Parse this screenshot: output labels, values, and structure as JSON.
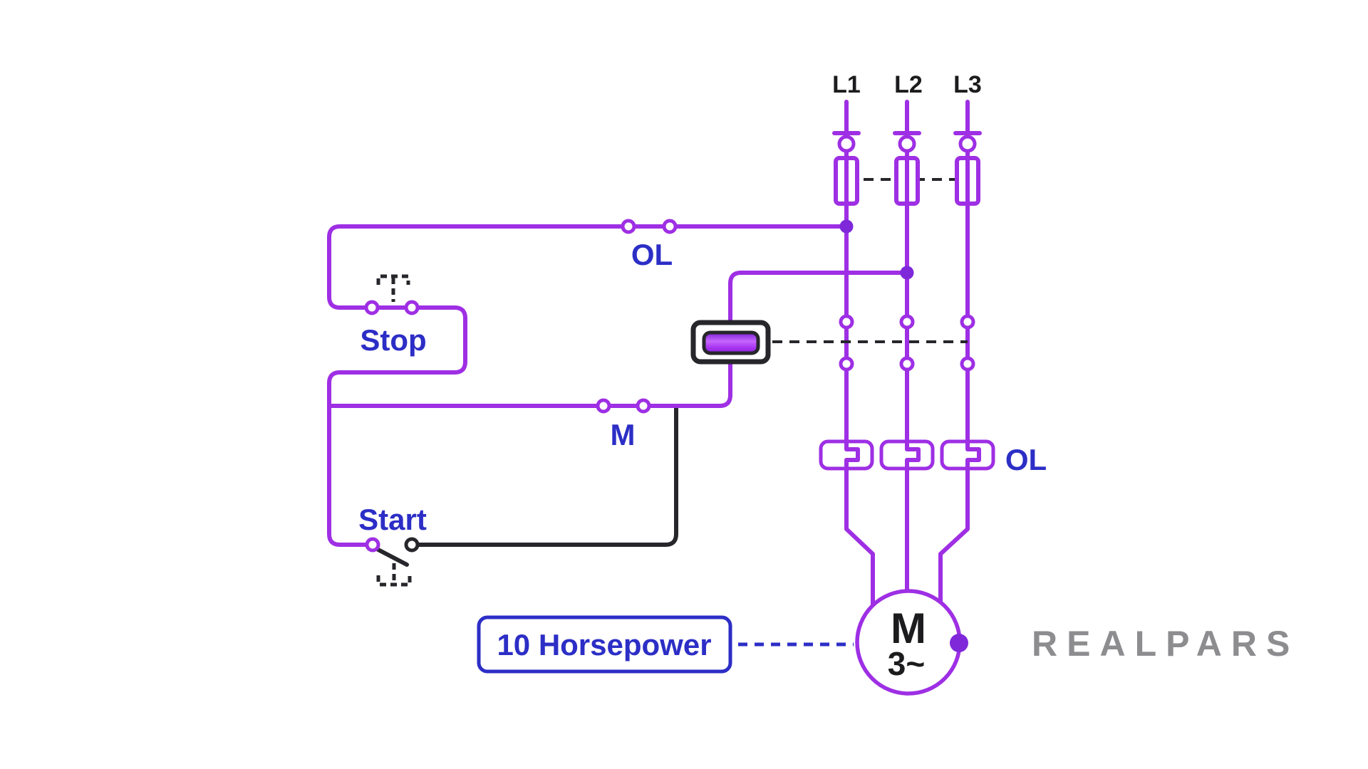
{
  "colors": {
    "wire_purple": "#9E2FE4",
    "junction_dot": "#7E28DA",
    "wire_black": "#26262B",
    "label_blue": "#2C2EC6",
    "logo_gray": "#8D8D90",
    "coil_fill": "#B44FF8",
    "background": "#FFFFFF"
  },
  "power_section": {
    "phase_labels": [
      "L1",
      "L2",
      "L3"
    ],
    "overload_label": "OL"
  },
  "control_section": {
    "overload_contact_label": "OL",
    "stop_button_label": "Stop",
    "seal_in_contact_label": "M",
    "start_button_label": "Start"
  },
  "motor": {
    "designation": "M",
    "phase_text": "3~",
    "annotation_label": "10 Horsepower"
  },
  "branding": {
    "logo_text": "REALPARS"
  }
}
